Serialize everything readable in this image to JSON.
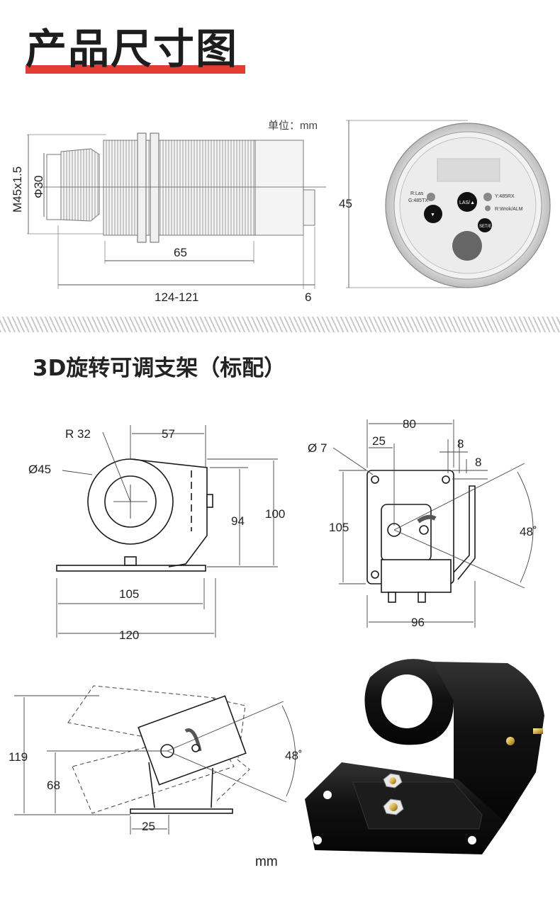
{
  "header": {
    "title": "产品尺寸图"
  },
  "sensor": {
    "unit_label": "单位：mm",
    "dim_thread": "M45x1.5",
    "dim_dia": "Φ30",
    "dim_65": "65",
    "dim_length": "124-121",
    "dim_6": "6",
    "dim_45": "45",
    "panel": {
      "label_rlas": "R:Las",
      "label_g485tx": "G:485TX",
      "label_y485rx": "Y:485RX",
      "label_rwrok": "R:Wrok/ALM",
      "button_las": "LAS/▲",
      "button_down": "▼",
      "button_set": "SET/E"
    }
  },
  "bracket": {
    "section_title": "3D旋转可调支架（标配）",
    "side": {
      "r32": "R 32",
      "d57": "57",
      "d45": "Ø45",
      "d94": "94",
      "d100": "100",
      "d105": "105",
      "d120": "120"
    },
    "front": {
      "d80": "80",
      "d25": "25",
      "d7": "Ø 7",
      "d8a": "8",
      "d8b": "8",
      "d105": "105",
      "d48": "48˚",
      "d96": "96"
    },
    "rotate": {
      "d119": "119",
      "d68": "68",
      "d25": "25",
      "d48": "48˚"
    },
    "unit_bottom": "mm"
  }
}
